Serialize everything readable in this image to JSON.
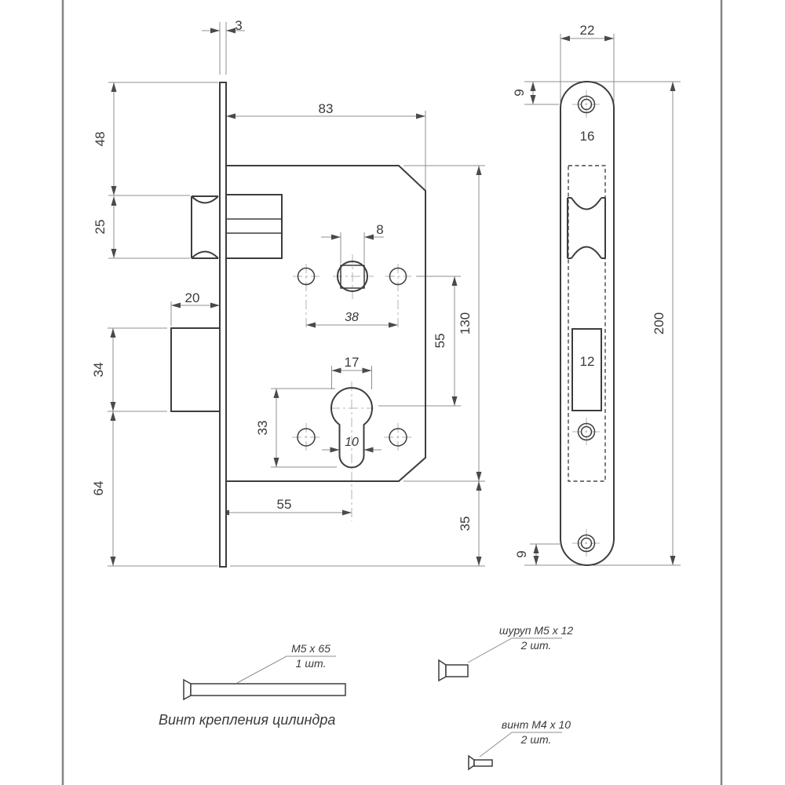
{
  "side_view": {
    "plate_thickness": "3",
    "body_width": "83",
    "top_to_latch": "48",
    "latch_height": "25",
    "bolt_throw": "20",
    "bolt_height": "34",
    "bolt_to_bottom": "64",
    "spindle_square": "8",
    "handle_hole_span": "38",
    "body_height": "130",
    "spindle_to_cylinder": "55",
    "cylinder_diameter": "17",
    "cylinder_profile_height": "33",
    "cylinder_slot_width": "10",
    "backset": "55",
    "bottom_offset": "35"
  },
  "face_view": {
    "plate_width": "22",
    "top_hole_offset": "9",
    "latch_cutout_width": "16",
    "bolt_cutout_width": "12",
    "plate_height": "200",
    "bottom_hole_offset": "9"
  },
  "parts": {
    "cylinder_screw": {
      "spec": "М5 х 65",
      "qty": "1 шт.",
      "caption": "Винт крепления цилиндра"
    },
    "plate_screw": {
      "spec": "шуруп М5 х 12",
      "qty": "2 шт."
    },
    "small_screw": {
      "spec": "винт М4 х 10",
      "qty": "2 шт."
    }
  }
}
